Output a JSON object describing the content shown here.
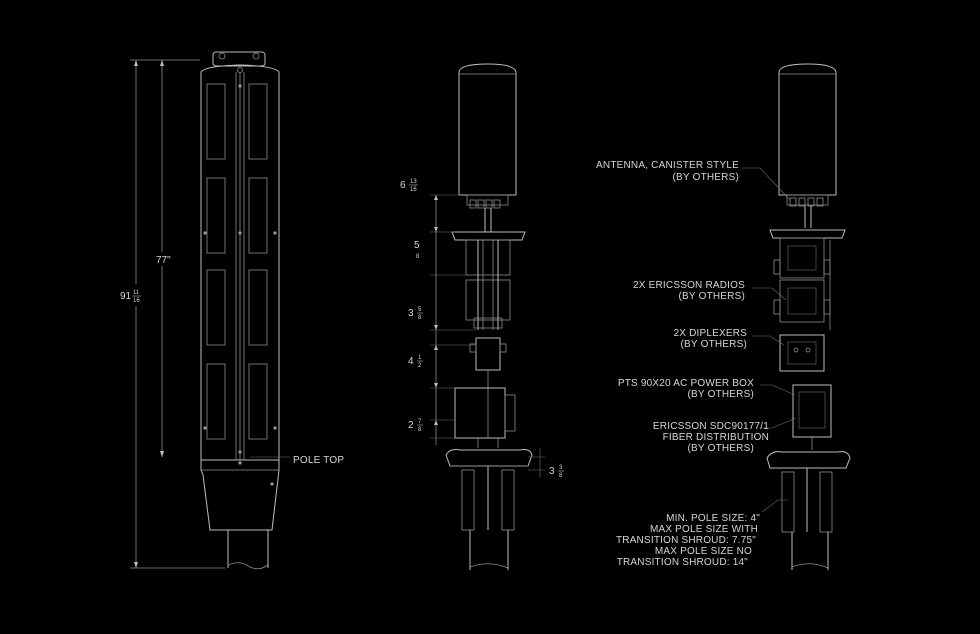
{
  "view_left": {
    "dimensions": {
      "overall_whole": "91",
      "overall_frac_num": "11",
      "overall_frac_den": "16",
      "upper": "77\""
    },
    "labels": {
      "pole_top": "POLE TOP"
    }
  },
  "view_middle": {
    "dimensions": [
      {
        "whole": "6",
        "num": "13",
        "den": "16"
      },
      {
        "whole": "5",
        "num": "",
        "den": "8"
      },
      {
        "whole": "3",
        "num": "5",
        "den": "8"
      },
      {
        "whole": "4",
        "num": "1",
        "den": "2"
      },
      {
        "whole": "2",
        "num": "7",
        "den": "8"
      },
      {
        "whole": "3",
        "num": "3",
        "den": "8"
      }
    ]
  },
  "view_right": {
    "callouts": [
      {
        "line1": "ANTENNA, CANISTER STYLE",
        "line2": "(BY OTHERS)"
      },
      {
        "line1": "2X ERICSSON RADIOS",
        "line2": "(BY OTHERS)"
      },
      {
        "line1": "2X DIPLEXERS",
        "line2": "(BY OTHERS)"
      },
      {
        "line1": "PTS 90X20 AC POWER BOX",
        "line2": "(BY OTHERS)"
      },
      {
        "line1": "ERICSSON SDC90177/1",
        "line2": "FIBER DISTRIBUTION",
        "line3": "(BY OTHERS)"
      }
    ],
    "pole_notes": [
      "MIN. POLE SIZE: 4\"",
      "MAX POLE SIZE WITH",
      "TRANSITION SHROUD: 7.75\"",
      "MAX POLE SIZE NO",
      "TRANSITION SHROUD: 14\""
    ]
  },
  "colors": {
    "background": "#000000",
    "linework": "#bdbdbd",
    "text": "#d6d6d6"
  }
}
